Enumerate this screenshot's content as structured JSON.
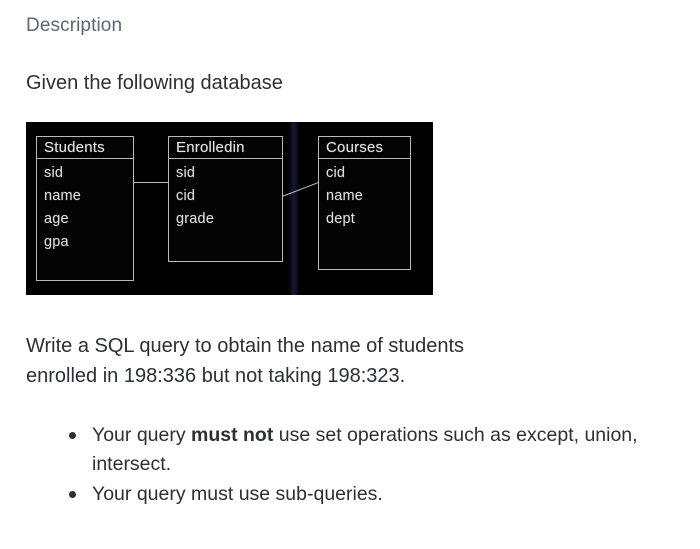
{
  "section": {
    "heading": "Description"
  },
  "intro": {
    "text": "Given the following database"
  },
  "diagram": {
    "alt": "database-schema-diagram",
    "tables": [
      {
        "name": "Students",
        "fields": [
          "sid",
          "name",
          "age",
          "gpa"
        ]
      },
      {
        "name": "Enrolledin",
        "fields": [
          "sid",
          "cid",
          "grade"
        ]
      },
      {
        "name": "Courses",
        "fields": [
          "cid",
          "name",
          "dept"
        ]
      }
    ],
    "links": [
      {
        "from": "Students.sid",
        "to": "Enrolledin.sid"
      },
      {
        "from": "Enrolledin.cid",
        "to": "Courses.cid"
      }
    ],
    "background_color": "#000000",
    "line_color": "#bdbdbd",
    "text_color": "#e6e6e6"
  },
  "task": {
    "line1": "Write a SQL query to obtain the name of students",
    "line2": "enrolled in 198:336 but not taking 198:323."
  },
  "requirements": [
    {
      "prefix": "Your query ",
      "emphasis": "must not",
      "suffix": " use set operations such as",
      "line2": "except, union, intersect."
    },
    {
      "prefix": "Your query must use sub-queries.",
      "emphasis": "",
      "suffix": "",
      "line2": ""
    }
  ],
  "colors": {
    "page_background": "#ffffff",
    "heading_text": "#5d6873",
    "body_text": "#2b3035"
  }
}
